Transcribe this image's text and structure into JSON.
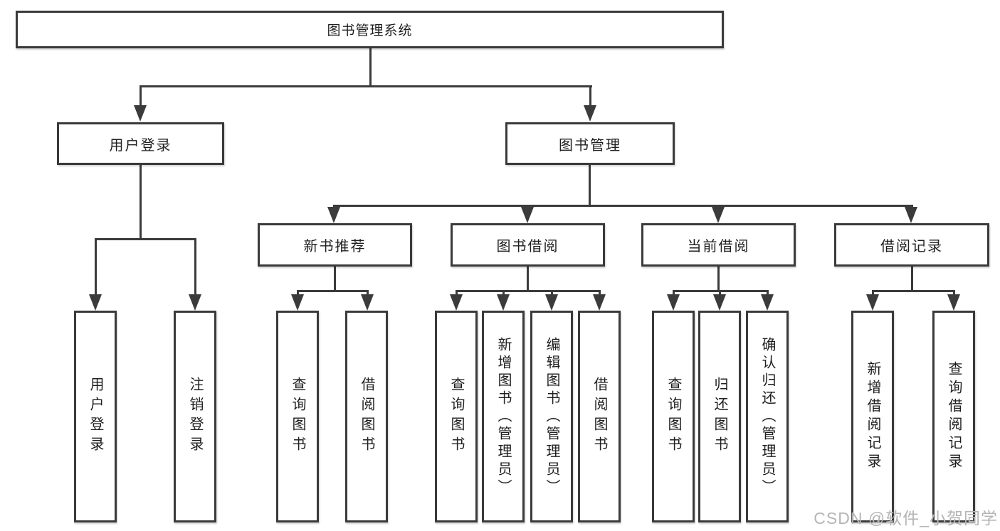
{
  "diagram": {
    "root": "图书管理系统",
    "level2": [
      {
        "label": "用户登录"
      },
      {
        "label": "图书管理"
      }
    ],
    "level3": [
      {
        "label": "新书推荐"
      },
      {
        "label": "图书借阅"
      },
      {
        "label": "当前借阅"
      },
      {
        "label": "借阅记录"
      }
    ],
    "leaves": [
      {
        "label": "用户登录"
      },
      {
        "label": "注销登录"
      },
      {
        "label": "查询图书"
      },
      {
        "label": "借阅图书"
      },
      {
        "label": "查询图书"
      },
      {
        "label": "新增图书（管理员）"
      },
      {
        "label": "编辑图书（管理员）"
      },
      {
        "label": "借阅图书"
      },
      {
        "label": "查询图书"
      },
      {
        "label": "归还图书"
      },
      {
        "label": "确认归还（管理员）"
      },
      {
        "label": "新增借阅记录"
      },
      {
        "label": "查询借阅记录"
      }
    ]
  },
  "watermark": "CSDN @软件_小贺同学",
  "colors": {
    "line": "#3b3b3b",
    "text": "#1f1f1f",
    "watermark": "#b5b5b5",
    "background": "#ffffff"
  }
}
